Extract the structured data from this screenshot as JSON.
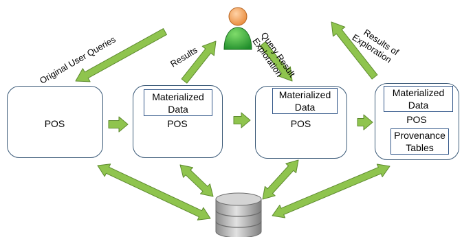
{
  "labels": {
    "original_queries": "Original User Queries",
    "results": "Results",
    "query_result_exploration": [
      "Query Result",
      "Exploration"
    ],
    "results_of_exploration": [
      "Results of",
      "Exploration"
    ]
  },
  "nodes": {
    "n1": {
      "body": "POS"
    },
    "n2": {
      "inner": [
        "Materialized",
        "Data"
      ],
      "body": "POS"
    },
    "n3": {
      "inner": [
        "Materialized",
        "Data"
      ],
      "body": "POS"
    },
    "n4": {
      "inner": [
        "Materialized",
        "Data"
      ],
      "body": "POS",
      "inner2": [
        "Provenance",
        "Tables"
      ]
    }
  },
  "colors": {
    "arrow_fill": "#8fc44e",
    "arrow_stroke": "#5d8a2e",
    "box_border": "#3b5a78",
    "inner_border": "#2f5487",
    "user_head": "#f0a460",
    "user_body": "#3aa83a",
    "database": "#9a9a9a"
  }
}
